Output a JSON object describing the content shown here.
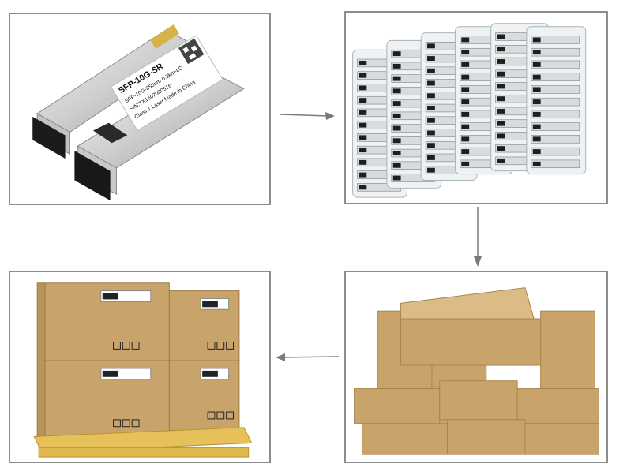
{
  "flow": {
    "steps": [
      {
        "id": "transceiver",
        "image": "sfp-transceiver-modules"
      },
      {
        "id": "trays",
        "image": "blister-tray-packaging"
      },
      {
        "id": "boxes",
        "image": "stacked-carton-boxes"
      },
      {
        "id": "pallet",
        "image": "palletized-cartons"
      }
    ],
    "arrows": [
      "right",
      "down",
      "left"
    ]
  },
  "module_label": {
    "line1": "SFP-10G-SR",
    "line2": "SFP-10G-850nm-0.3km-LC",
    "line3": "S/N:TX1607080516",
    "line4": "Class 1 Laser  Made in China"
  },
  "colors": {
    "frame": "#8c8c8c",
    "arrow": "#7a7a7a",
    "cardboard": "#c9a46a",
    "pallet": "#e6c15a"
  }
}
